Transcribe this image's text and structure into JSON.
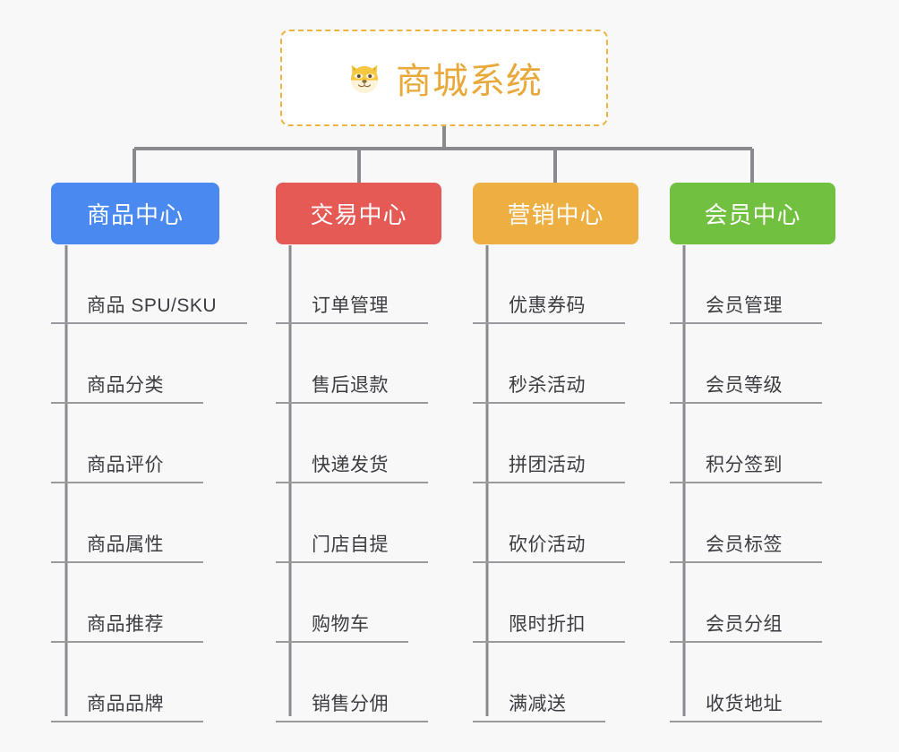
{
  "diagram": {
    "type": "mindmap-tree",
    "background_color": "#f8f8f8",
    "connector_color": "#8a8a8e",
    "root": {
      "title": "商城系统",
      "icon": "shiba-dog-face-icon",
      "emoji": "🐶",
      "text_color": "#e8a93a",
      "border_color": "#efb33f",
      "background_color": "#ffffff"
    },
    "branches": [
      {
        "label": "商品中心",
        "color": "#4a8af0",
        "leaves": [
          "商品 SPU/SKU",
          "商品分类",
          "商品评价",
          "商品属性",
          "商品推荐",
          "商品品牌"
        ]
      },
      {
        "label": "交易中心",
        "color": "#e55a55",
        "leaves": [
          "订单管理",
          "售后退款",
          "快递发货",
          "门店自提",
          "购物车",
          "销售分佣"
        ]
      },
      {
        "label": "营销中心",
        "color": "#eeaf42",
        "leaves": [
          "优惠券码",
          "秒杀活动",
          "拼团活动",
          "砍价活动",
          "限时折扣",
          "满减送"
        ]
      },
      {
        "label": "会员中心",
        "color": "#72c040",
        "leaves": [
          "会员管理",
          "会员等级",
          "积分签到",
          "会员标签",
          "会员分组",
          "收货地址"
        ]
      }
    ]
  }
}
